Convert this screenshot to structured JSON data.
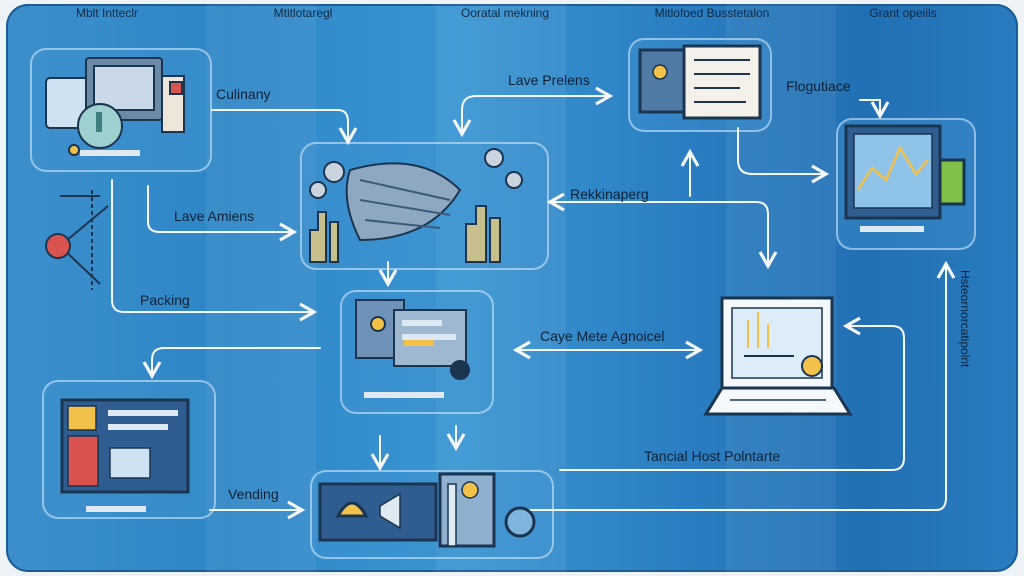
{
  "headers": {
    "h1": "Mblt Intteclr",
    "h2": "Mtitlotaregl",
    "h3": "Ooratal mekning",
    "h4": "Mitlofoed Busstetalon",
    "h5": "Grant opeiils"
  },
  "labels": {
    "culinany": "Culinany",
    "lave_amiens": "Lave Amiens",
    "packing": "Packing",
    "vending": "Vending",
    "lave_prelens": "Lave Prelens",
    "flogutiace": "Flogutiace",
    "rekkinaperg": "Rekkinaperg",
    "caye_mete": "Caye Mete Agnoicel",
    "tancial": "Tancial Host Polntarte"
  },
  "vertical_text": "Hsteornorcatipolnt",
  "colors": {
    "arrow": "#f4f8fc",
    "card_border": "#cfe8fb",
    "monitor": "#2b4f7a",
    "accent_yellow": "#f2c14a",
    "accent_red": "#d9534f",
    "accent_green": "#7fc04a"
  }
}
